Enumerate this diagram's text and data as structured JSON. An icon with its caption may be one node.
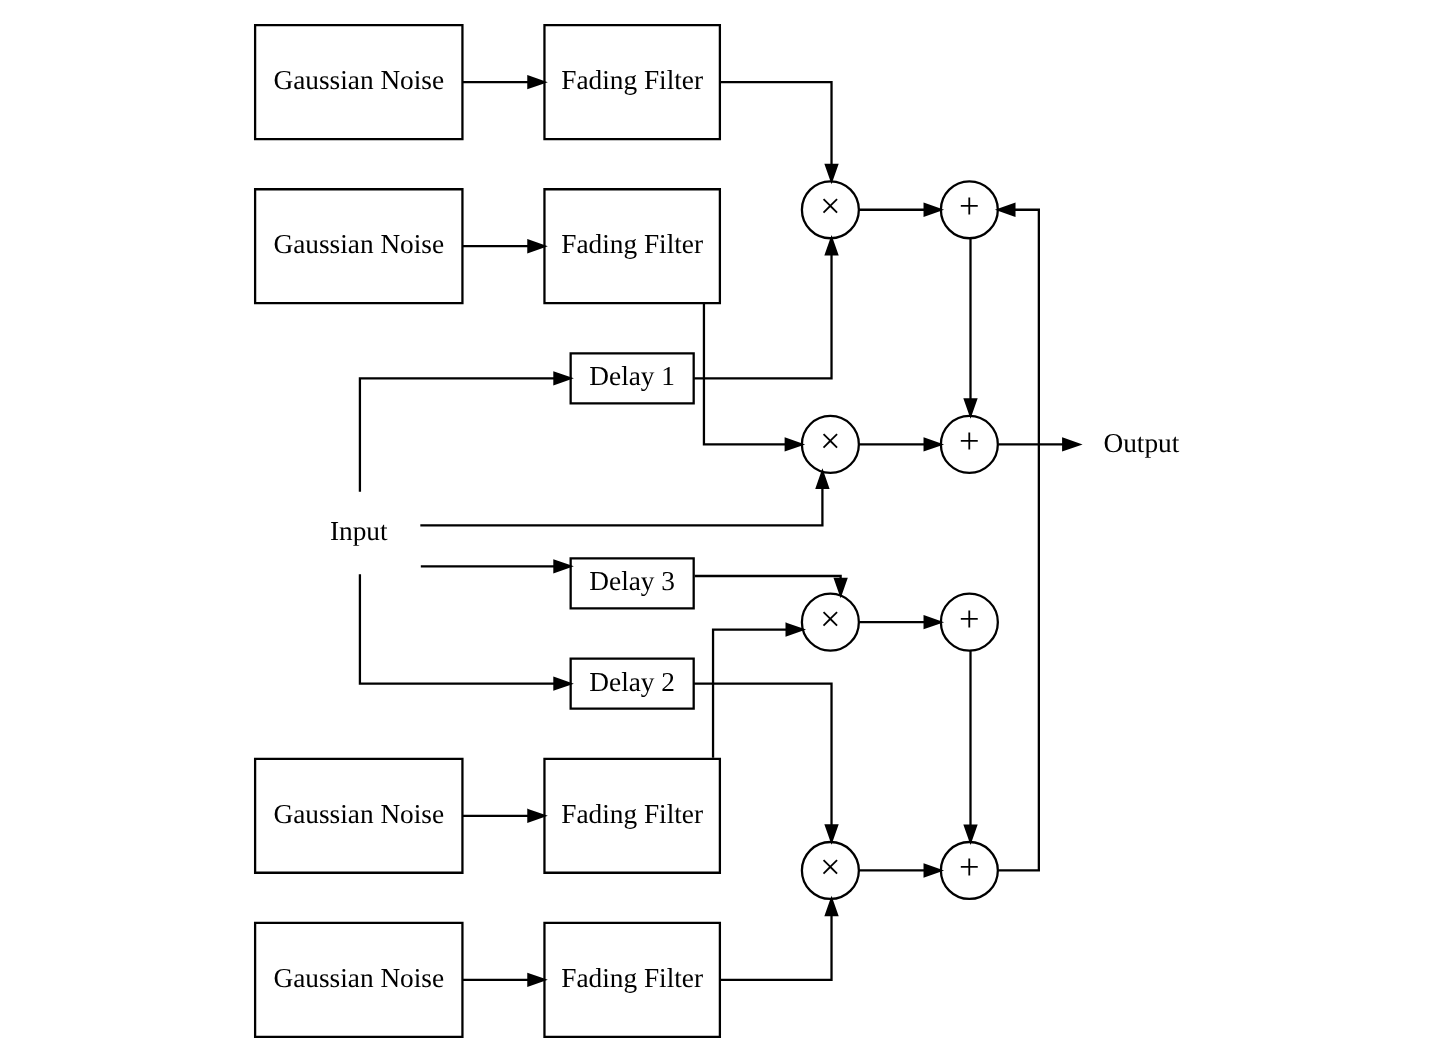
{
  "diagram": {
    "nodes": [
      {
        "text": [
          "Input"
        ]
      },
      {
        "text": [
          "Gaussian Noise"
        ]
      },
      {
        "text": [
          "Fading Filter"
        ]
      },
      {
        "text": [
          "×"
        ]
      },
      {
        "text": [
          "Gaussian Noise"
        ]
      },
      {
        "text": [
          "Fading Filter"
        ]
      },
      {
        "text": [
          "Delay 1"
        ]
      },
      {
        "text": [
          "×"
        ]
      },
      {
        "text": [
          "Gaussian Noise"
        ]
      },
      {
        "text": [
          "Fading Filter"
        ]
      },
      {
        "text": [
          "Delay 2"
        ]
      },
      {
        "text": [
          "×"
        ]
      },
      {
        "text": [
          "Gaussian Noise"
        ]
      },
      {
        "text": [
          "Fading Filter"
        ]
      },
      {
        "text": [
          "Delay 3"
        ]
      },
      {
        "text": [
          "×"
        ]
      },
      {
        "text": [
          "+"
        ]
      },
      {
        "text": [
          "+"
        ]
      },
      {
        "text": [
          "+"
        ]
      },
      {
        "text": [
          "+"
        ]
      },
      {
        "text": [
          "Output"
        ]
      }
    ],
    "edges": [
      {
        "from": 0,
        "to": 3,
        "arrow": "to"
      },
      {
        "from": 0,
        "to": 6,
        "arrow": "to"
      },
      {
        "from": 0,
        "to": 10,
        "arrow": "to"
      },
      {
        "from": 0,
        "to": 14,
        "arrow": "to"
      },
      {
        "from": 1,
        "to": 2,
        "arrow": "to"
      },
      {
        "from": 2,
        "to": 3,
        "arrow": "to"
      },
      {
        "from": 4,
        "to": 5,
        "arrow": "to"
      },
      {
        "from": 5,
        "to": 7,
        "arrow": "to"
      },
      {
        "from": 6,
        "to": 7,
        "arrow": "to"
      },
      {
        "from": 8,
        "to": 9,
        "arrow": "to"
      },
      {
        "from": 9,
        "to": 11,
        "arrow": "to"
      },
      {
        "from": 10,
        "to": 11,
        "arrow": "to"
      },
      {
        "from": 12,
        "to": 13,
        "arrow": "to"
      },
      {
        "from": 13,
        "to": 15,
        "arrow": "to"
      },
      {
        "from": 14,
        "to": 15,
        "arrow": "to"
      },
      {
        "from": 3,
        "to": 16,
        "arrow": "to"
      },
      {
        "from": 7,
        "to": 17,
        "arrow": "to"
      },
      {
        "from": 11,
        "to": 18,
        "arrow": "to"
      },
      {
        "from": 15,
        "to": 19,
        "arrow": "to"
      },
      {
        "from": 19,
        "to": 18,
        "arrow": "to"
      },
      {
        "from": 18,
        "to": 17,
        "arrow": "to"
      },
      {
        "from": 17,
        "to": 16,
        "arrow": "to"
      },
      {
        "from": 16,
        "to": 20,
        "arrow": "to"
      }
    ]
  }
}
